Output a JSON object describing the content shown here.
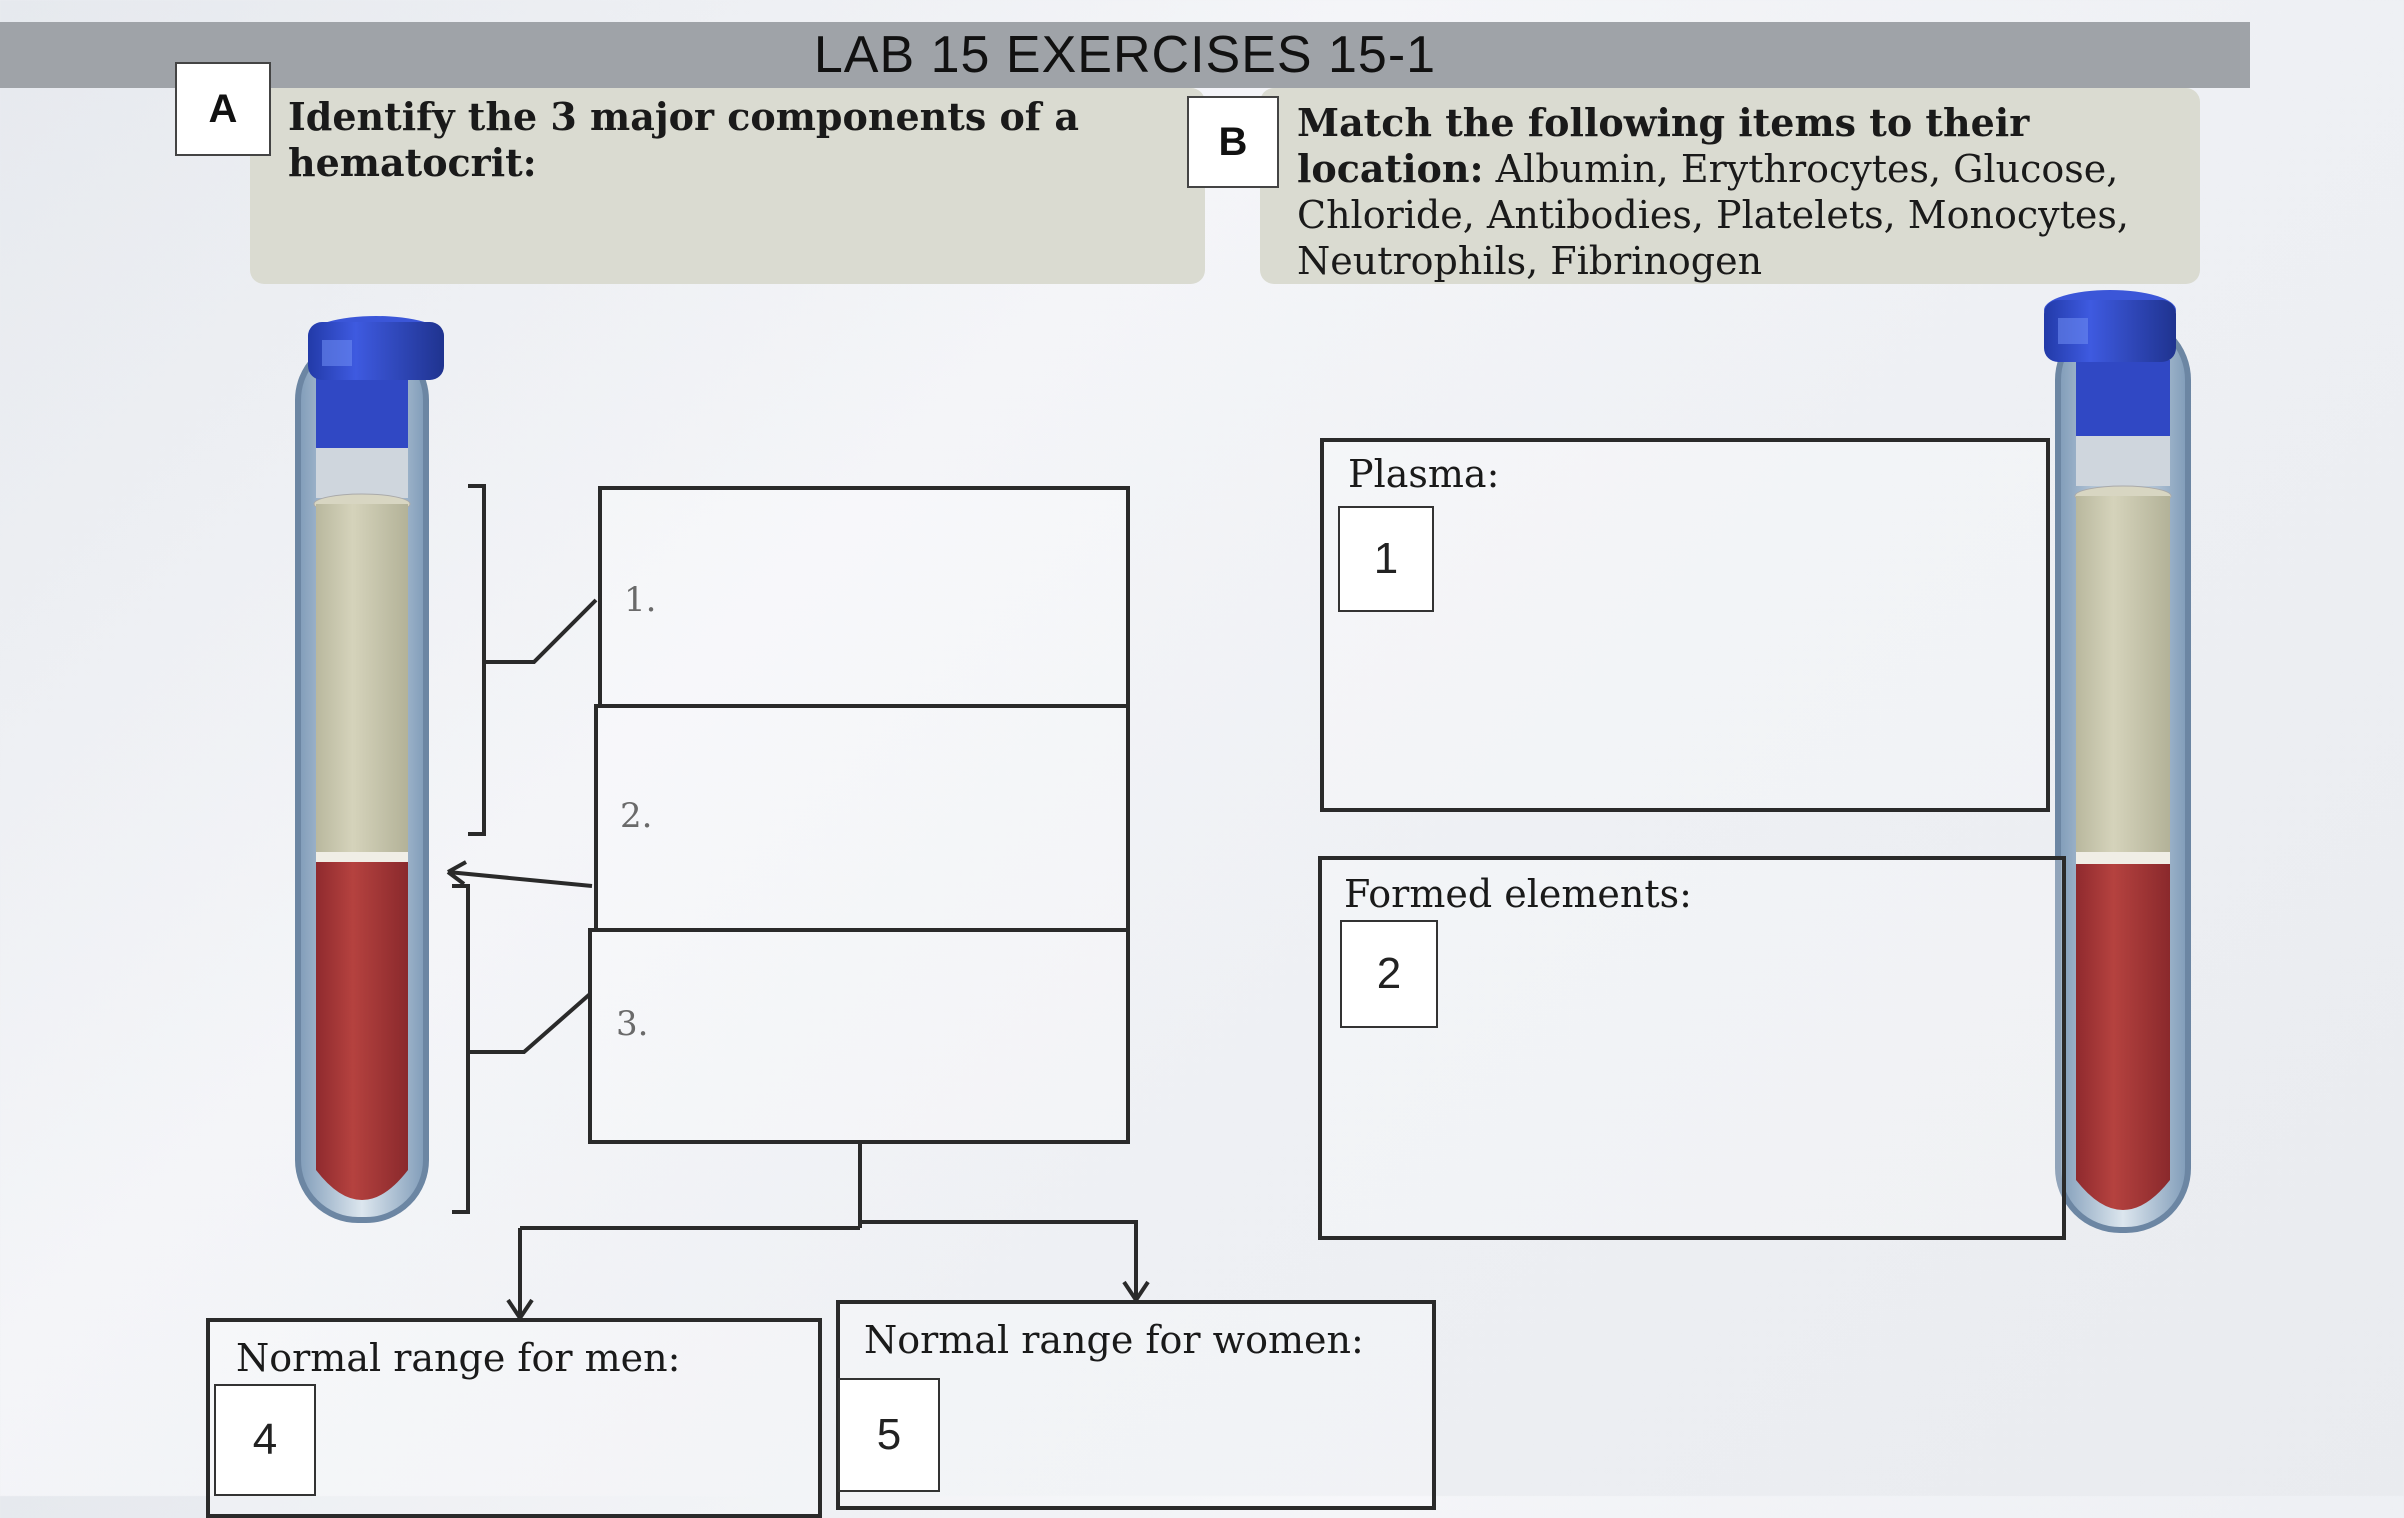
{
  "title": "LAB 15 EXERCISES 15-1",
  "section_a": {
    "tag": "A",
    "prompt_line1": "Identify the 3 major components of a",
    "prompt_line2": "hematocrit:",
    "items": [
      "1.",
      "2.",
      "3."
    ]
  },
  "section_b": {
    "tag": "B",
    "prompt_lead": "Match the following items to their",
    "prompt_lead2": "location:",
    "prompt_items_line1": "Albumin, Erythrocytes, Glucose,",
    "prompt_items_line2": "Chloride, Antibodies, Platelets, Monocytes,",
    "prompt_items_line3": "Neutrophils, Fibrinogen",
    "plasma_label": "Plasma:",
    "plasma_number": "1",
    "formed_label": "Formed elements:",
    "formed_number": "2"
  },
  "ranges": {
    "men_label": "Normal range for men:",
    "men_number": "4",
    "women_label": "Normal range for women:",
    "women_number": "5"
  },
  "colors": {
    "tube_cap": "#2f49c9",
    "plasma": "#c9c7ad",
    "blood": "#a8373a",
    "title_bar": "#9fa3a8",
    "panel": "#dadbd1"
  }
}
